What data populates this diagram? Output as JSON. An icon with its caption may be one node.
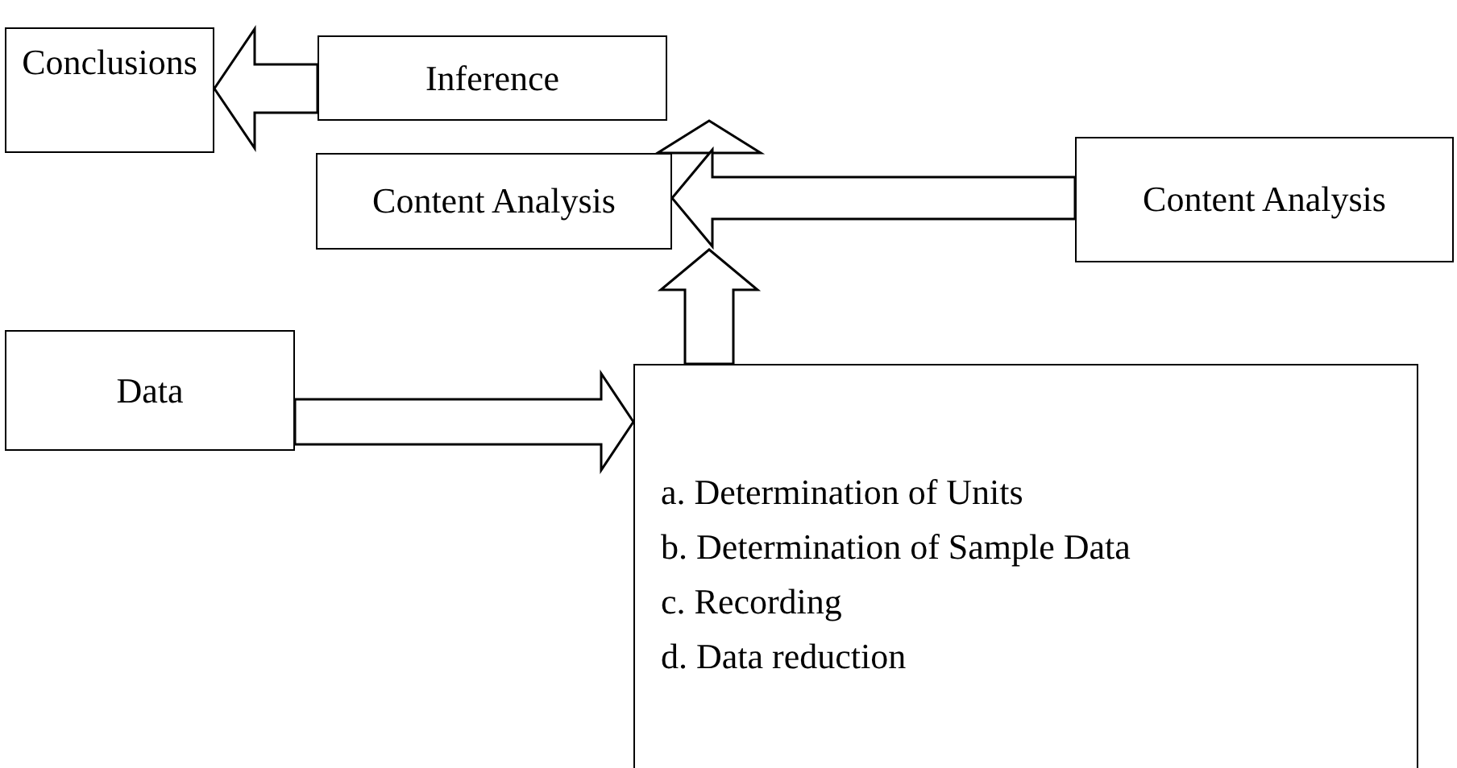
{
  "diagram": {
    "nodes": [
      {
        "text": [
          "Conclusions"
        ]
      },
      {
        "text": [
          "Inference"
        ]
      },
      {
        "text": [
          "Content Analysis"
        ]
      },
      {
        "text": [
          "Content Analysis"
        ]
      },
      {
        "text": [
          "Data"
        ]
      },
      {
        "text": [
          "a. Determination of Units",
          "b. Determination of Sample Data",
          "c. Recording",
          "d. Data reduction"
        ]
      }
    ],
    "edges": [
      {
        "from": 1,
        "to": 0,
        "arrow": "to"
      },
      {
        "from": 2,
        "to": 1,
        "arrow": "to"
      },
      {
        "from": 3,
        "to": 2,
        "arrow": "to"
      },
      {
        "from": 5,
        "to": 2,
        "arrow": "to"
      },
      {
        "from": 4,
        "to": 5,
        "arrow": "to"
      }
    ]
  }
}
